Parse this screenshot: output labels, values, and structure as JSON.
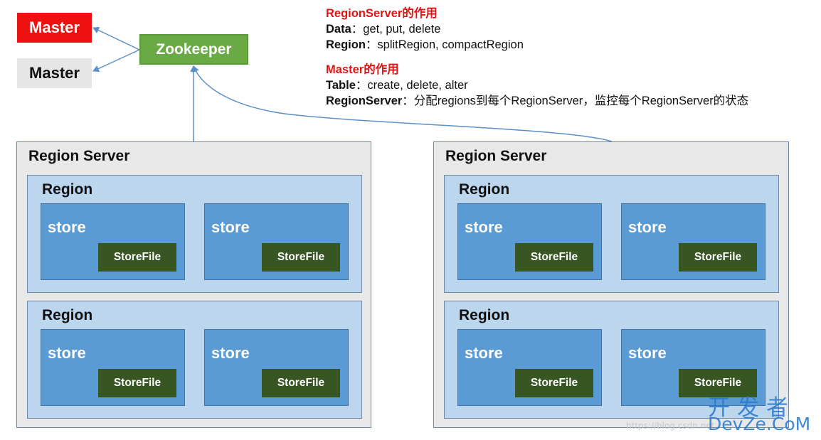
{
  "masters": {
    "primary_label": "Master",
    "backup_label": "Master",
    "primary_color": "#ee1111",
    "backup_color": "#e6e6e6"
  },
  "zookeeper": {
    "label": "Zookeeper",
    "color": "#6aaa45"
  },
  "notes": {
    "regionserver_heading": "RegionServer的作用",
    "data_key": "Data",
    "data_value": "：get, put, delete",
    "region_key": "Region",
    "region_value": "：splitRegion, compactRegion",
    "master_heading": "Master的作用",
    "table_key": "Table",
    "table_value": "：create, delete, alter",
    "rs_key": "RegionServer",
    "rs_value": "：分配regions到每个RegionServer，监控每个RegionServer的状态"
  },
  "region_servers": [
    {
      "title": "Region Server",
      "regions": [
        {
          "title": "Region",
          "stores": [
            {
              "label": "store",
              "storefile": "StoreFile"
            },
            {
              "label": "store",
              "storefile": "StoreFile"
            }
          ]
        },
        {
          "title": "Region",
          "stores": [
            {
              "label": "store",
              "storefile": "StoreFile"
            },
            {
              "label": "store",
              "storefile": "StoreFile"
            }
          ]
        }
      ]
    },
    {
      "title": "Region Server",
      "regions": [
        {
          "title": "Region",
          "stores": [
            {
              "label": "store",
              "storefile": "StoreFile"
            },
            {
              "label": "store",
              "storefile": "StoreFile"
            }
          ]
        },
        {
          "title": "Region",
          "stores": [
            {
              "label": "store",
              "storefile": "StoreFile"
            },
            {
              "label": "store",
              "storefile": "StoreFile"
            }
          ]
        }
      ]
    }
  ],
  "watermark": {
    "cn": "开发者",
    "en": "DevZe.CoM",
    "url": "https://blog.csdn.net"
  }
}
